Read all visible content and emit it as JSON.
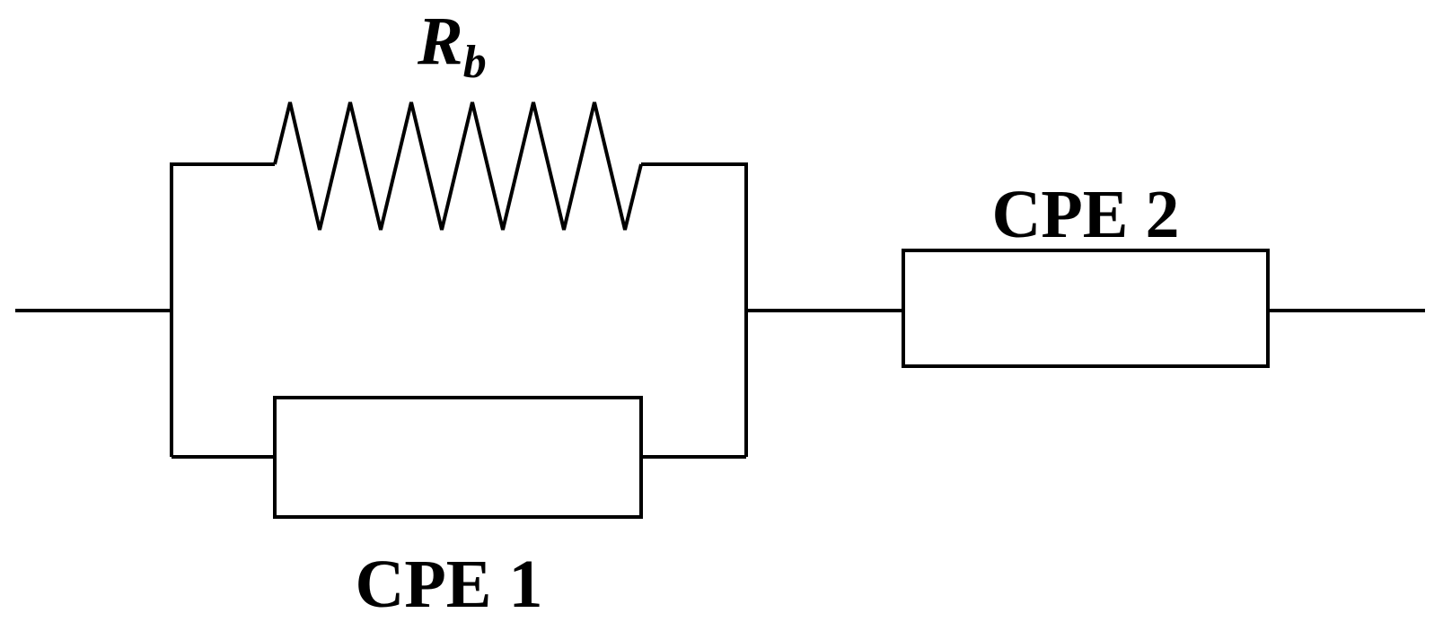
{
  "diagram": {
    "colors": {
      "stroke": "#000000",
      "text": "#000000",
      "background": "#ffffff"
    },
    "components": {
      "resistor": {
        "label_main": "R",
        "label_sub": "b"
      },
      "cpe1": {
        "label": "CPE 1"
      },
      "cpe2": {
        "label": "CPE 2"
      }
    }
  }
}
